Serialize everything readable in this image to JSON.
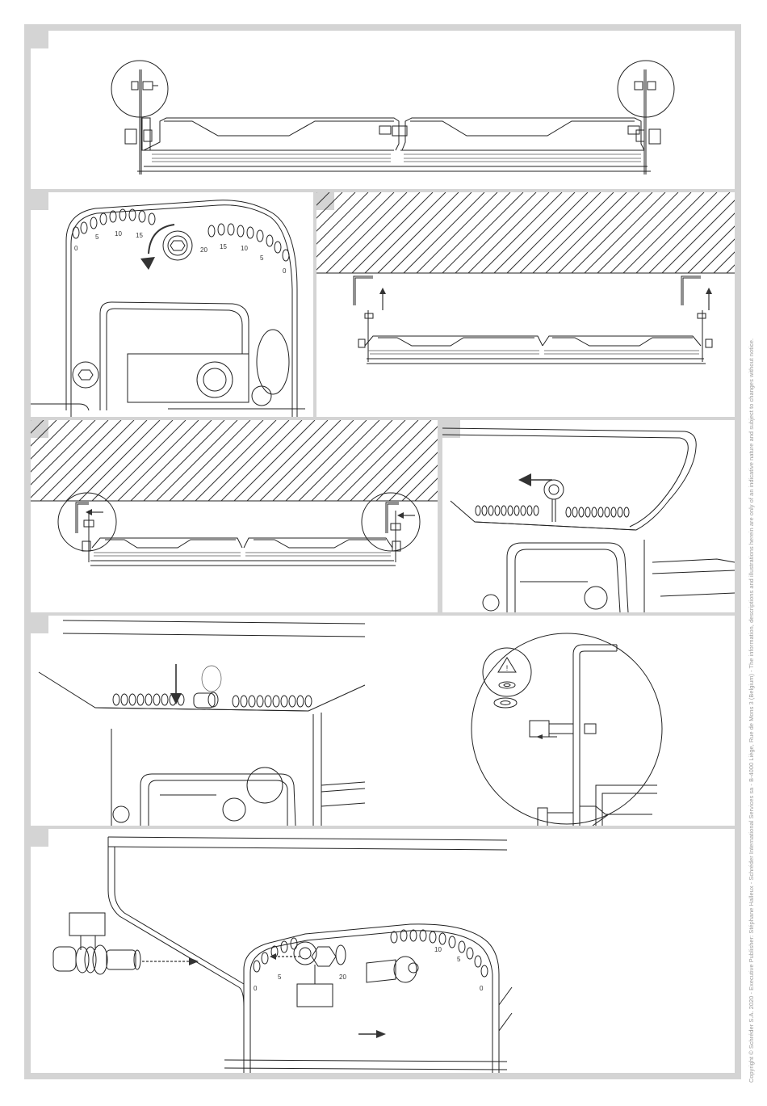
{
  "document": {
    "side_note": "Copyright © Schréder S.A. 2020 - Executive Publisher: Stéphane Halleux - Schréder International Services sa - B-4000 Liège, Rue de Mons 3 (Belgium) - The information, descriptions and illustrations herein are only of an indicative nature and subject to changes without notice.",
    "scale_numbers": {
      "step2": [
        "0",
        "5",
        "10",
        "15",
        "20",
        "15",
        "10",
        "5",
        "0"
      ],
      "step9": [
        "0",
        "5",
        "20",
        "10",
        "5",
        "0"
      ]
    },
    "warning_symbol": "!",
    "colors": {
      "panel_border": "#d4d4d4",
      "line": "#222222",
      "arrow": "#333333",
      "text": "#9a9a9a"
    },
    "icons": [
      "rotate-arrow-icon",
      "direction-arrow-icon",
      "warning-triangle-icon",
      "washer-icon"
    ]
  }
}
